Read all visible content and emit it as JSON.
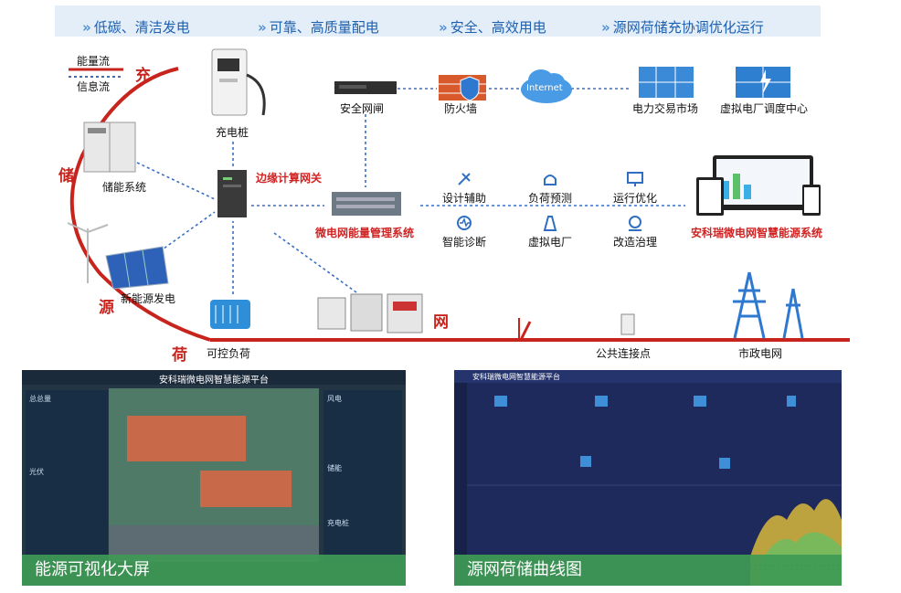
{
  "banner": {
    "items": [
      "低碳、清洁发电",
      "可靠、高质量配电",
      "安全、高效用电",
      "源网荷储充协调优化运行"
    ]
  },
  "legend": {
    "energy_flow": "能量流",
    "info_flow": "信息流"
  },
  "arc_labels": {
    "chong": "充",
    "chu": "储",
    "yuan": "源",
    "he": "荷",
    "wang": "网"
  },
  "devices": {
    "charging_pile": "充电桩",
    "storage": "储能系统",
    "new_energy": "新能源发电",
    "controllable_load": "可控负荷",
    "edge_gateway": "边缘计算网关",
    "security_gateway": "安全网闸",
    "firewall": "防火墙",
    "internet": "Internet",
    "power_trading": "电力交易市场",
    "vpp_center": "虚拟电厂调度中心",
    "ems": "微电网能量管理系统",
    "smart_energy": "安科瑞微电网智慧能源系统",
    "pcc": "公共连接点",
    "municipal_grid": "市政电网"
  },
  "functions": [
    {
      "label": "设计辅助",
      "icon": "design-icon"
    },
    {
      "label": "负荷预测",
      "icon": "alarm-icon"
    },
    {
      "label": "运行优化",
      "icon": "monitor-icon"
    },
    {
      "label": "智能诊断",
      "icon": "diagnosis-icon"
    },
    {
      "label": "虚拟电厂",
      "icon": "power-plant-icon"
    },
    {
      "label": "改造治理",
      "icon": "gear-icon"
    }
  ],
  "panels": {
    "left": {
      "caption": "能源可视化大屏",
      "header": "安科瑞微电网智慧能源平台",
      "card_titles": [
        "总总量",
        "光伏",
        "风电",
        "储能",
        "充电桩"
      ]
    },
    "right": {
      "caption": "源网荷储曲线图",
      "header": "安科瑞微电网智慧能源平台"
    }
  },
  "colors": {
    "accent_red": "#c8241e",
    "blue": "#1d5fb0",
    "dark_navy": "#1e2a5c",
    "green_caption": "#3f9a55"
  }
}
